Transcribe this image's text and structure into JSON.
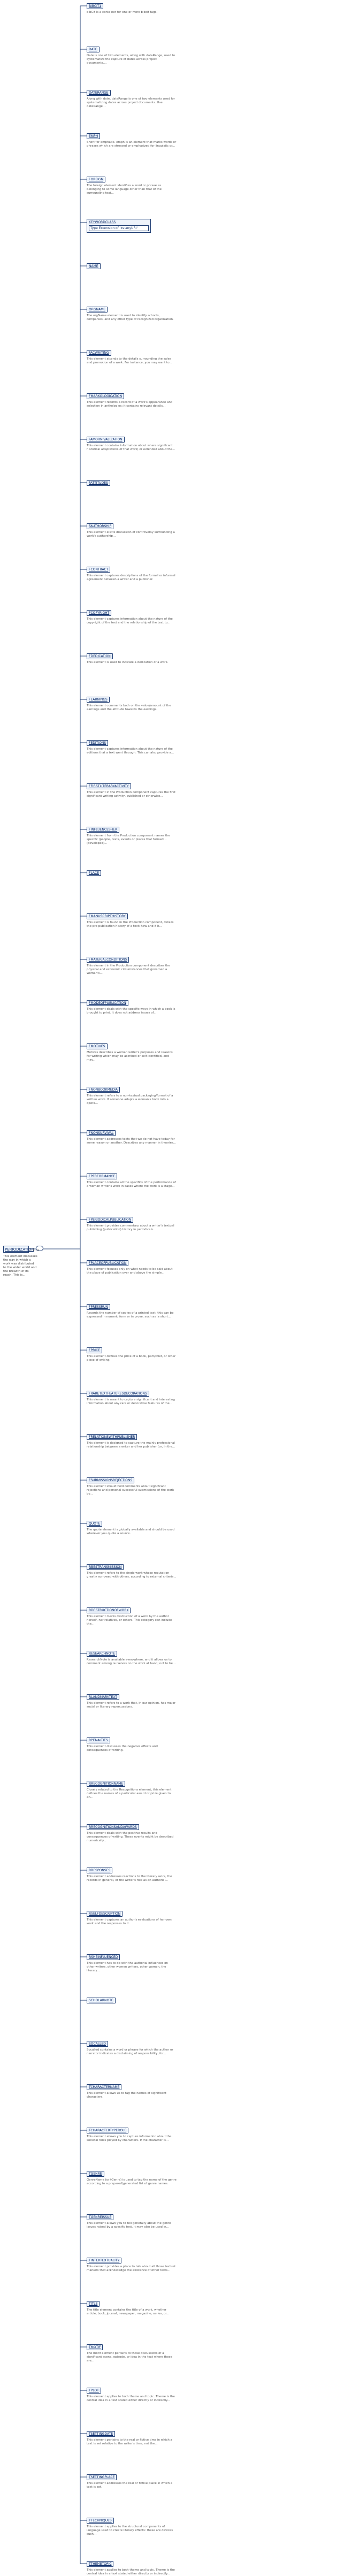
{
  "root": {
    "label": "PERIODIZATION",
    "description": "This element discusses the way in which a work was distributed to the wider world and the breadth of its reach. This is...",
    "occurrence": "1..∞"
  },
  "colors": {
    "border": "#1f3d73",
    "fill": "#eaf1fb",
    "line": "#1f3d73"
  },
  "elements": [
    {
      "label": "BIBCIT1",
      "desc": "bibCit is a container for one or more bibcit tags."
    },
    {
      "label": "DATE",
      "desc": "Date is one of two elements, along with dateRange, used to systematize the capture of dates across project documents...."
    },
    {
      "label": "DATERANGE",
      "desc": "Along with date, dateRange is one of two elements used for systematizing dates across project documents. Use dateRange..."
    },
    {
      "label": "EMPH",
      "desc": "Short for emphatic. emph is an element that marks words or phrases which are stressed or emphasized for linguistic or..."
    },
    {
      "label": "FOREIGN",
      "desc": "The foreign element identifies a word or phrase as belonging to some language other than that of the surrounding text..."
    },
    {
      "label": "KEYWORDCLASS",
      "attr": "Type  Extension of 'xs:anyURI'",
      "desc": ""
    },
    {
      "label": "NAME",
      "desc": ""
    },
    {
      "label": "ORGNAME",
      "desc": "The orgName element is used to identify schools, companies, and any other type of recognized organization."
    },
    {
      "label": "FACWRITING",
      "desc": "This element attends to the details surrounding the sales and promotion of a work. For instance, you may want to..."
    },
    {
      "label": "FMARKOLOGICATION",
      "desc": "This element records a record of a work's appearance and selection in anthologies; it contains relevant details..."
    },
    {
      "label": "FAMORNIVALIZATION",
      "desc": "This element contains information about where significant historical adaptations of that work) or extended about the..."
    },
    {
      "label": "FATTITUDES",
      "desc": ""
    },
    {
      "label": "FAUTHORSHIP",
      "desc": "This element elicits discussion of controversy surrounding a work's authorship..."
    },
    {
      "label": "FCONTRACT",
      "desc": "This element captures descriptions of the formal or informal agreement between a writer and a publisher."
    },
    {
      "label": "FCOPYRIGHT",
      "desc": "This element captures information about the nature of the copyright of the text and the relationship of the text to..."
    },
    {
      "label": "FDEDICATION",
      "desc": "This element is used to indicate a dedication of a work."
    },
    {
      "label": "FEARNINGS",
      "desc": "This element comments both on the value/amount of the earnings and the attitude towards the earnings."
    },
    {
      "label": "FEDITIONS",
      "desc": "This element captures information about the nature of the editions that a text went through. This can also provide a..."
    },
    {
      "label": "FFIRSTLITERARYACTIVITY",
      "desc": "This element in the Production component captures the first significant writing activity, published or otherwise..."
    },
    {
      "label": "FINFLUENCESHER",
      "desc": "This element from the Production component names the specific (people, texts, events or places that formed...(developed)..."
    },
    {
      "label": "FLACE",
      "desc": ""
    },
    {
      "label": "FMANUSCRIPTHISTORY",
      "desc": "This element is found in the Production component, details the pre-publication history of a text: how and if it..."
    },
    {
      "label": "FMATERIALCONDITIONS",
      "desc": "This element in the Production component describes the physical and economic circumstances that governed a woman's..."
    },
    {
      "label": "FMODEOFPUBLICATION",
      "desc": "This element deals with the specific ways in which a book is brought to print. It does not address issues of..."
    },
    {
      "label": "FMOTIVES",
      "desc": "Motives describes a woman writer's purposes and reasons for writing which may be ascribed or self-identified, and may..."
    },
    {
      "label": "FNONBOOKMEDIA",
      "desc": "This element refers to a non-textual packaging/format of a written work. If someone adapts a woman's book into a opera..."
    },
    {
      "label": "FNONSURVIVAL",
      "desc": "This element addresses texts that we do not have today for some reason or another. Describes any manner in theories..."
    },
    {
      "label": "FPERFORMANCE",
      "desc": "This element contains all the specifics of the performance of a woman writer's work in cases where the work is a stage..."
    },
    {
      "label": "FPERIODICALPUBLICATION",
      "desc": "This element provides commentary about a writer's textual publishing (publication) history in periodicals."
    },
    {
      "label": "FPLACEOFPUBLICATION",
      "desc": "This element focuses only on what needs to be said about the place of publication over and above the simple..."
    },
    {
      "label": "FPRESSRUN",
      "desc": "Records the number of copies of a printed text; this can be expressed in numeric form or in prose, such as 'a short..."
    },
    {
      "label": "FPRICE",
      "desc": "This element defines the price of a book, pamphlet, or other piece of writing."
    },
    {
      "label": "FRARETEXTFEATURESDECORATIONS",
      "desc": "This element is meant to capture significant and interesting information about any rare or decorative features of the..."
    },
    {
      "label": "FRELATIONSWITHPUBLISHER",
      "desc": "This element is designed to capture the mainly professional relationship between a writer and her publisher (or, in the..."
    },
    {
      "label": "FSUBMISSIONSREJECTIONS",
      "desc": "This element should hold comments about significant rejections and personal successful submissions of the work by..."
    },
    {
      "label": "QUOTE",
      "desc": "The quote element is globally available and should be used wherever you quote a source."
    },
    {
      "label": "RBESTRANSMISSION",
      "desc": "This element refers to the single work whose reputation greatly sorrowed with others, according to external criteria..."
    },
    {
      "label": "RDESTRUCTIONOFWORK",
      "desc": "This element marks destruction of a work by the author herself, her relatives, or others. This category can include the..."
    },
    {
      "label": "RESEARCHNOTE",
      "desc": "ResearchNote is available everywhere, and it allows us to comment among ourselves on the work at hand; not to be..."
    },
    {
      "label": "RLANDMARKTEXT",
      "desc": "This element refers to a work that, in our opinion, has major social or literary repercussions."
    },
    {
      "label": "RPENALTIES",
      "desc": "This element discusses the negative effects and consequences of writing."
    },
    {
      "label": "RRECOGNITIONNAME",
      "desc": "Closely related to the Recognitions element, this element defines the names of a particular award or prize given to an..."
    },
    {
      "label": "RRECOGNITIONSANDAWARDS",
      "desc": "This element deals with the positive results and consequences of writing. These events might be described numerically..."
    },
    {
      "label": "RRESPONSES",
      "desc": "This element addresses reactions to the literary work, the records in general, or the writer's role as an authorial..."
    },
    {
      "label": "RSELFDESCRIPTION",
      "desc": "This element captures an author's evaluations of her own work and the responses to it."
    },
    {
      "label": "RSHEINFLUENCED",
      "desc": "This element has to do with the authorial influences on other writers, other women writers, other women, the literary..."
    },
    {
      "label": "SCHOLARNOTE",
      "desc": ""
    },
    {
      "label": "SOCALLED",
      "desc": "Socalled contains a word or phrase for which the author or narrator indicates a disclaiming of responsibility, for..."
    },
    {
      "label": "TCHARACTERNAME",
      "desc": "This element allows us to tag the names of significant characters."
    },
    {
      "label": "TCHARACTERTYPEROLE",
      "desc": "This element allows you to capture information about the societal roles played by characters. If the character is..."
    },
    {
      "label": "TGENRE",
      "desc": "GenreName (or tGenre) is used to tag the name of the genre according to a prepared/generated list of genre names."
    },
    {
      "label": "TGENREISSUE",
      "desc": "This element allows you to tell generally about the genre issues raised by a specific text. It may also be used in..."
    },
    {
      "label": "TINTERTEXTUALITY",
      "desc": "This element provides a place to talk about all those textual markers that acknowledge the existence of other texts..."
    },
    {
      "label": "TITLE",
      "desc": "The title element contains the title of a work, whether article, book, journal, newspaper, magazine, series, or..."
    },
    {
      "label": "TMOTIF",
      "desc": "The motif element pertains to those discussions of a significant scene, episode, or idea in the text where these are..."
    },
    {
      "label": "TPLOT",
      "desc": "This element applies to both theme and topic. Theme is the central idea in a text stated either directly or indirectly..."
    },
    {
      "label": "TSETTINGDATE",
      "desc": "This element pertains to the real or fictive time in which a text is set relative to the writer's time, not the..."
    },
    {
      "label": "TSETTINGPLACE",
      "desc": "This element addresses the real or fictive place in which a text is set."
    },
    {
      "label": "TTECHNIQUES",
      "desc": "This element applies to the structural components of language used to create literary effects: these are devices such..."
    },
    {
      "label": "TTHEMETOPIC",
      "desc": "This element applies to both theme and topic. Theme is the central idea in a text stated either directly or indirectly..."
    }
  ]
}
